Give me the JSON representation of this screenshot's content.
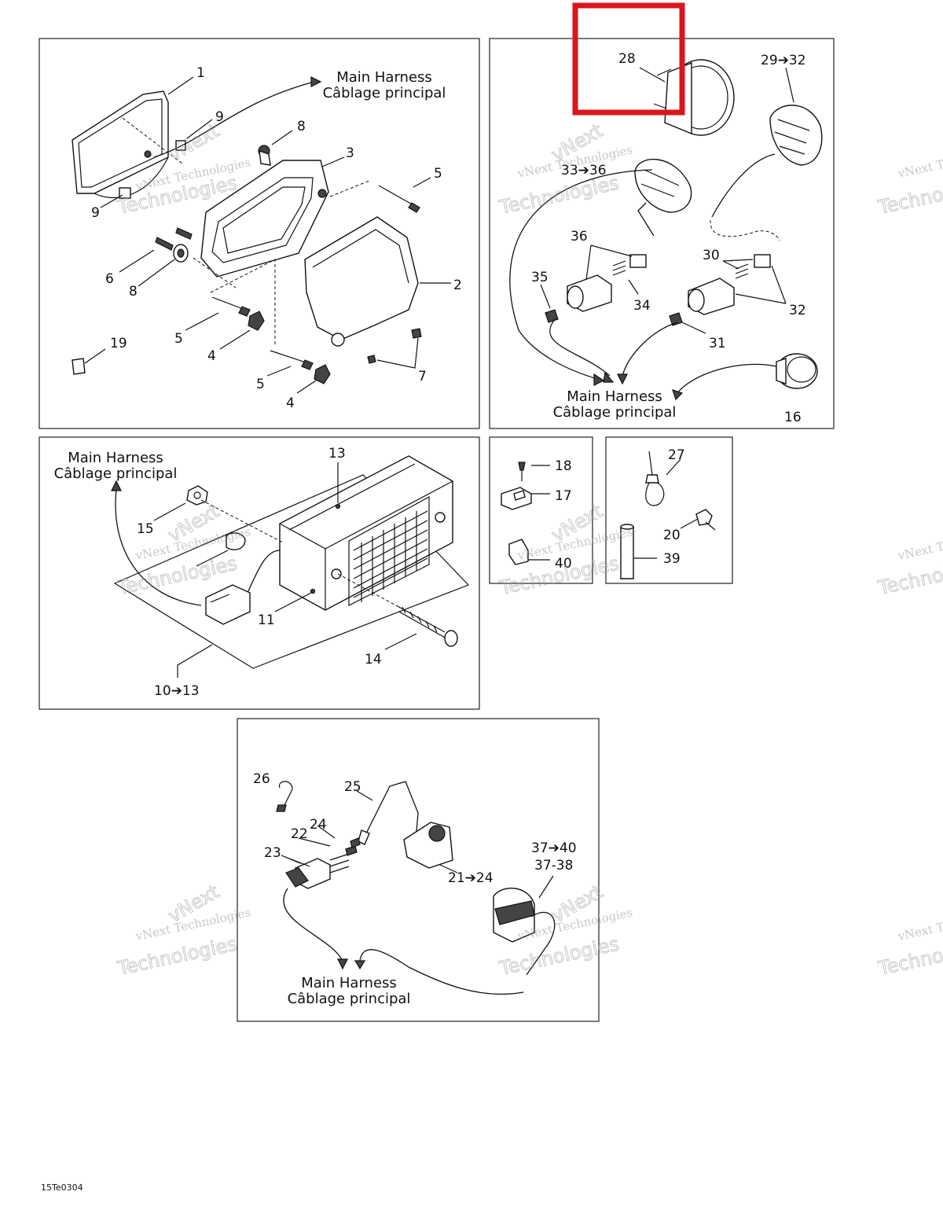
{
  "harness_label_en": "Main Harness",
  "harness_label_fr": "Câblage principal",
  "callouts": {
    "c1": "1",
    "c2": "2",
    "c3": "3",
    "c4a": "4",
    "c4b": "4",
    "c5a": "5",
    "c5b": "5",
    "c5c": "5",
    "c6": "6",
    "c7": "7",
    "c8a": "8",
    "c8b": "8",
    "c9a": "9",
    "c9b": "9",
    "c11": "11",
    "c13": "13",
    "c14": "14",
    "c15": "15",
    "c1013": "10➔13",
    "c16": "16",
    "c17": "17",
    "c18": "18",
    "c19": "19",
    "c20": "20",
    "c2124": "21➔24",
    "c22": "22",
    "c23": "23",
    "c24": "24",
    "c25": "25",
    "c26": "26",
    "c27": "27",
    "c28": "28",
    "c2932": "29➔32",
    "c30": "30",
    "c31": "31",
    "c32": "32",
    "c3336": "33➔36",
    "c34": "34",
    "c35": "35",
    "c36": "36",
    "c3740": "37➔40",
    "c3738": "37-38",
    "c39": "39",
    "c40": "40"
  },
  "watermark": {
    "line1": "vNext Technologies",
    "line2": "vNext",
    "line3": "Technologies"
  },
  "drawing_code": "15Te0304",
  "highlight_color": "#d9161c"
}
